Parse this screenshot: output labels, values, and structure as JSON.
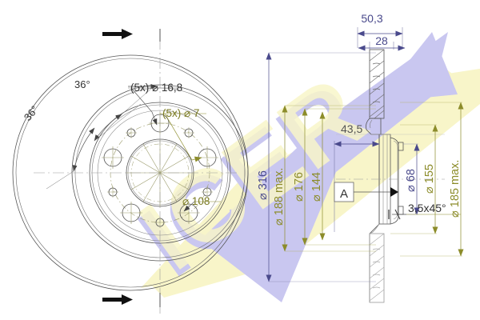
{
  "drawing": {
    "type": "engineering-drawing",
    "subject": "brake-disc",
    "watermark_text": "ICER",
    "watermark_colors": {
      "yellow": "#f5f0a9",
      "violet": "#a9a5e8"
    },
    "line_color": "#555555",
    "dim_color_blue": "#4a4a8c",
    "dim_color_olive": "#8c8c2a"
  },
  "front_view": {
    "name": "front-view",
    "angles": [
      {
        "id": "angle-upper",
        "label": "36°"
      },
      {
        "id": "angle-lower",
        "label": "36°"
      }
    ],
    "callouts": [
      {
        "id": "bolt-hole-large",
        "label": "(5x) ⌀ 16,8"
      },
      {
        "id": "bolt-hole-small",
        "label": "(5x) ⌀ 7"
      },
      {
        "id": "bolt-circle",
        "label": "⌀ 108"
      }
    ],
    "section_marker": "A"
  },
  "section_view": {
    "name": "section-view",
    "label": "A",
    "horizontal_dims": [
      {
        "id": "overall-width",
        "label": "50,3"
      },
      {
        "id": "hat-height",
        "label": "28"
      },
      {
        "id": "offset",
        "label": "43,5"
      }
    ],
    "vertical_dims": [
      {
        "id": "outer-diameter",
        "label": "⌀ 316"
      },
      {
        "id": "max-envelope",
        "label": "⌀ 188 max."
      },
      {
        "id": "inner-diameter",
        "label": "⌀ 176"
      },
      {
        "id": "hub-diameter",
        "label": "⌀ 144"
      },
      {
        "id": "bore-diameter",
        "label": "⌀ 68"
      },
      {
        "id": "hat-diameter",
        "label": "⌀ 155"
      },
      {
        "id": "max-hub-envelope",
        "label": "⌀ 185 max."
      }
    ],
    "chamfer_note": "3,5x45°"
  }
}
